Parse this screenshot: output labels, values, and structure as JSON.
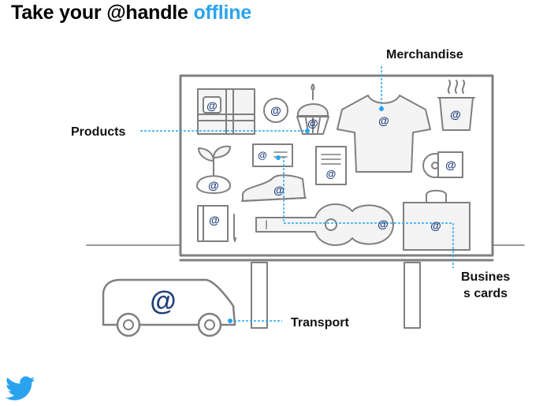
{
  "title": {
    "prefix": "Take your @handle ",
    "accent": "offline"
  },
  "labels": {
    "merchandise": "Merchandise",
    "products": "Products",
    "business_cards_line1": "Busines",
    "business_cards_line2": "s cards",
    "transport": "Transport"
  },
  "handle_symbol": "@",
  "colors": {
    "accent": "#2aa3ef",
    "handle": "#1e3f7a",
    "outline": "#7f7f7f"
  },
  "icons": [
    "twitter-bird-icon"
  ]
}
